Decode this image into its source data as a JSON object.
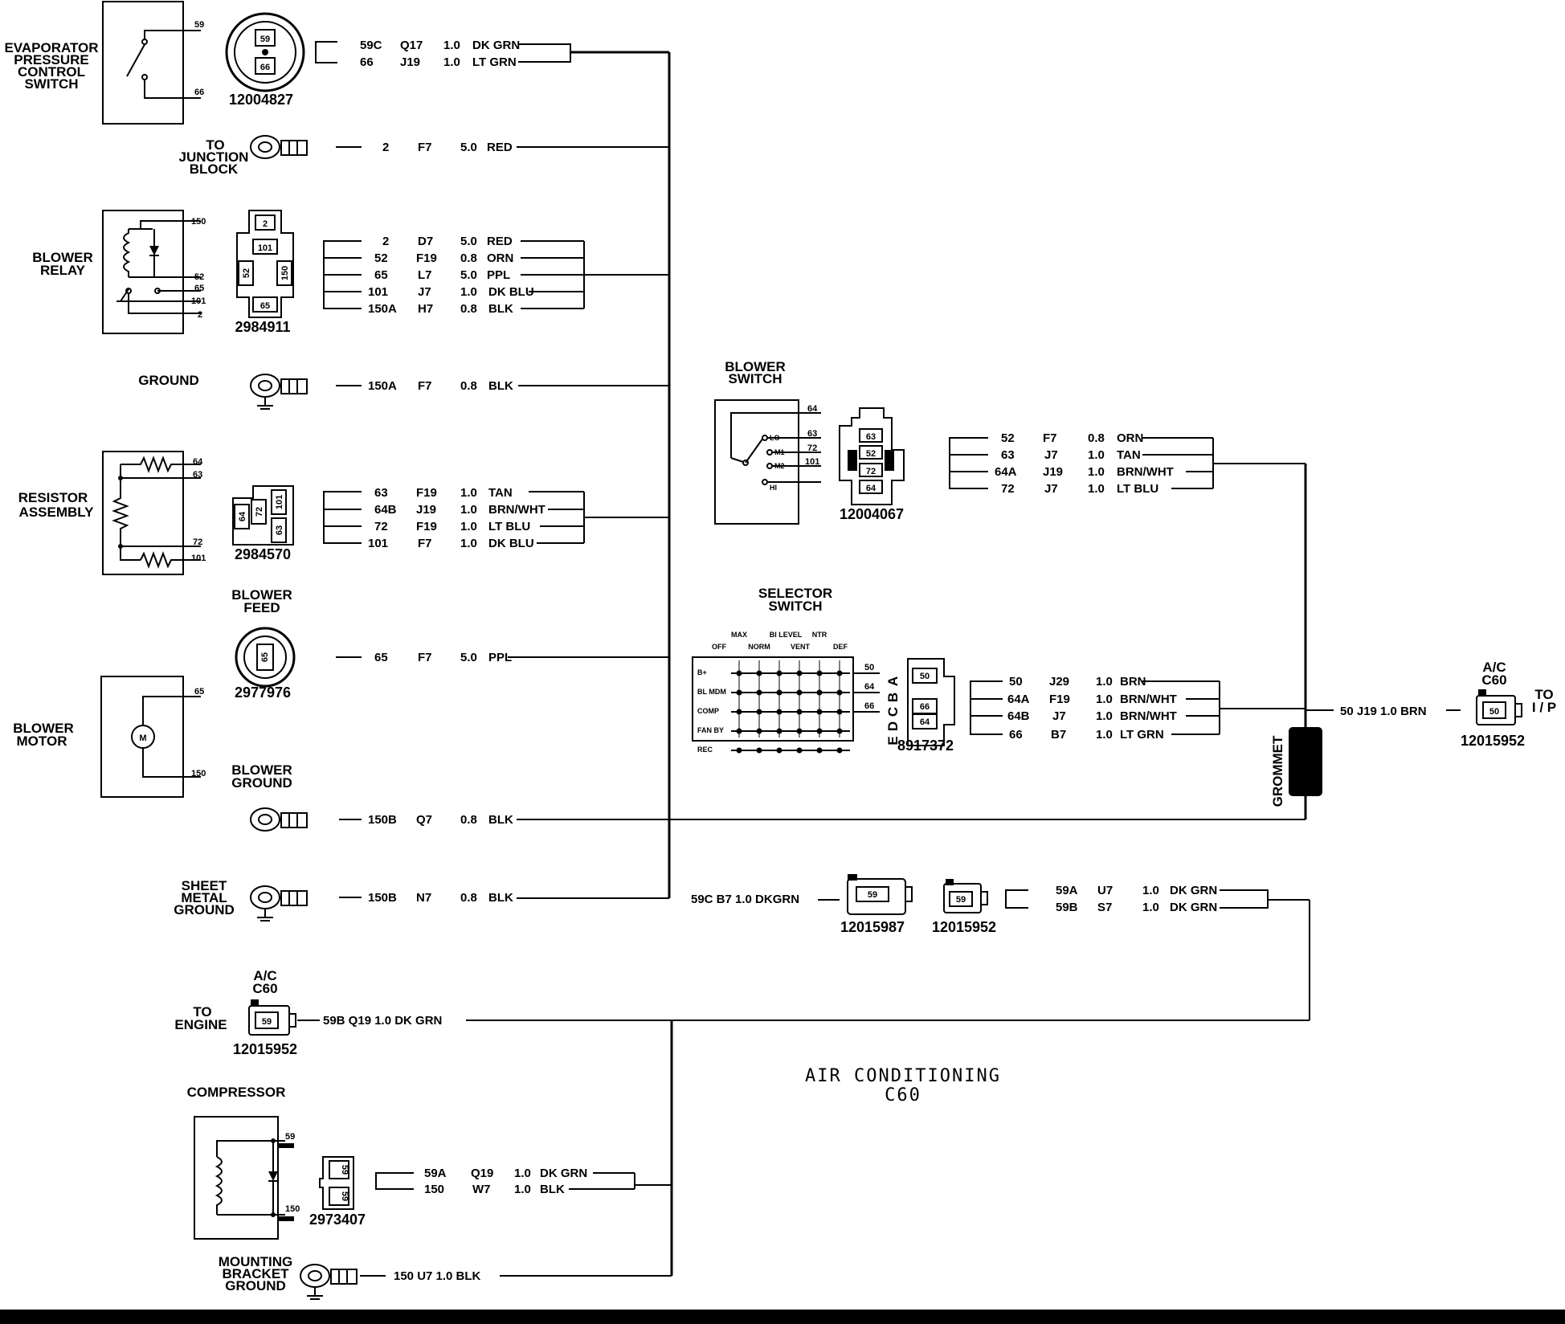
{
  "title": {
    "line1": "AIR CONDITIONING",
    "line2": "C60"
  },
  "evap_switch": {
    "label_lines": [
      "EVAPORATOR",
      "PRESSURE",
      "CONTROL",
      "SWITCH"
    ],
    "pins": [
      "59",
      "66"
    ],
    "connector": {
      "part": "12004827",
      "pins": [
        "59",
        "66"
      ]
    },
    "wires": [
      {
        "circuit": "59C",
        "loc": "Q17",
        "gauge": "1.0",
        "color": "DK GRN"
      },
      {
        "circuit": "66",
        "loc": "J19",
        "gauge": "1.0",
        "color": "LT GRN"
      }
    ]
  },
  "junction": {
    "label_lines": [
      "TO",
      "JUNCTION",
      "BLOCK"
    ],
    "wire": {
      "circuit": "2",
      "loc": "F7",
      "gauge": "5.0",
      "color": "RED"
    }
  },
  "blower_relay": {
    "label_lines": [
      "BLOWER",
      "RELAY"
    ],
    "pins": [
      "150",
      "52",
      "65",
      "101",
      "2"
    ],
    "connector": {
      "part": "2984911",
      "pins": [
        "2",
        "101",
        "52",
        "150",
        "65"
      ]
    },
    "wires": [
      {
        "circuit": "2",
        "loc": "D7",
        "gauge": "5.0",
        "color": "RED"
      },
      {
        "circuit": "52",
        "loc": "F19",
        "gauge": "0.8",
        "color": "ORN"
      },
      {
        "circuit": "65",
        "loc": "L7",
        "gauge": "5.0",
        "color": "PPL"
      },
      {
        "circuit": "101",
        "loc": "J7",
        "gauge": "1.0",
        "color": "DK BLU"
      },
      {
        "circuit": "150A",
        "loc": "H7",
        "gauge": "0.8",
        "color": "BLK"
      }
    ]
  },
  "ground": {
    "label": "GROUND",
    "wire": {
      "circuit": "150A",
      "loc": "F7",
      "gauge": "0.8",
      "color": "BLK"
    }
  },
  "resistor": {
    "label_lines": [
      "RESISTOR",
      "ASSEMBLY"
    ],
    "pins": [
      "64",
      "63",
      "72",
      "101"
    ],
    "connector": {
      "part": "2984570",
      "pins": [
        "64",
        "72",
        "101",
        "63"
      ]
    },
    "wires": [
      {
        "circuit": "63",
        "loc": "F19",
        "gauge": "1.0",
        "color": "TAN"
      },
      {
        "circuit": "64B",
        "loc": "J19",
        "gauge": "1.0",
        "color": "BRN/WHT"
      },
      {
        "circuit": "72",
        "loc": "F19",
        "gauge": "1.0",
        "color": "LT BLU"
      },
      {
        "circuit": "101",
        "loc": "F7",
        "gauge": "1.0",
        "color": "DK BLU"
      }
    ]
  },
  "blower_feed": {
    "label_lines": [
      "BLOWER",
      "FEED"
    ],
    "connector": {
      "part": "2977976",
      "pin": "65"
    },
    "wire": {
      "circuit": "65",
      "loc": "F7",
      "gauge": "5.0",
      "color": "PPL"
    }
  },
  "blower_motor": {
    "label_lines": [
      "BLOWER",
      "MOTOR"
    ],
    "symbol": "M",
    "pins": [
      "65",
      "150"
    ]
  },
  "blower_ground": {
    "label_lines": [
      "BLOWER",
      "GROUND"
    ],
    "wire": {
      "circuit": "150B",
      "loc": "Q7",
      "gauge": "0.8",
      "color": "BLK"
    }
  },
  "sheet_metal_ground": {
    "label_lines": [
      "SHEET",
      "METAL",
      "GROUND"
    ],
    "wire": {
      "circuit": "150B",
      "loc": "N7",
      "gauge": "0.8",
      "color": "BLK"
    }
  },
  "engine_conn": {
    "header_lines": [
      "A/C",
      "C60"
    ],
    "label_lines": [
      "TO",
      "ENGINE"
    ],
    "connector": {
      "part": "12015952",
      "pin": "59"
    },
    "wire_text": "59B Q19 1.0 DK GRN"
  },
  "compressor": {
    "label": "COMPRESSOR",
    "pins": [
      "59",
      "150"
    ],
    "connector": {
      "part": "2973407",
      "pins": [
        "59",
        "59"
      ]
    },
    "wires": [
      {
        "circuit": "59A",
        "loc": "Q19",
        "gauge": "1.0",
        "color": "DK GRN"
      },
      {
        "circuit": "150",
        "loc": "W7",
        "gauge": "1.0",
        "color": "BLK"
      }
    ]
  },
  "mounting_ground": {
    "label_lines": [
      "MOUNTING",
      "BRACKET",
      "GROUND"
    ],
    "wire_text": "150 U7 1.0 BLK"
  },
  "blower_switch": {
    "label_lines": [
      "BLOWER",
      "SWITCH"
    ],
    "positions": [
      "LO",
      "M1",
      "M2",
      "HI"
    ],
    "pins": [
      "64",
      "63",
      "72",
      "101"
    ],
    "connector": {
      "part": "12004067",
      "pins": [
        "63",
        "52",
        "72",
        "64"
      ]
    },
    "wires": [
      {
        "circuit": "52",
        "loc": "F7",
        "gauge": "0.8",
        "color": "ORN"
      },
      {
        "circuit": "63",
        "loc": "J7",
        "gauge": "1.0",
        "color": "TAN"
      },
      {
        "circuit": "64A",
        "loc": "J19",
        "gauge": "1.0",
        "color": "BRN/WHT"
      },
      {
        "circuit": "72",
        "loc": "J7",
        "gauge": "1.0",
        "color": "LT BLU"
      }
    ]
  },
  "selector_switch": {
    "label_lines": [
      "SELECTOR",
      "SWITCH"
    ],
    "top_labels": [
      "MAX",
      "BI LEVEL",
      "NTR"
    ],
    "bottom_labels": [
      "OFF",
      "NORM",
      "VENT",
      "DEF"
    ],
    "rows": [
      "B+",
      "BL MDM",
      "COMP",
      "FAN BY",
      "REC"
    ],
    "pins": [
      "50",
      "64",
      "66"
    ],
    "letters": [
      "A",
      "B",
      "C",
      "D",
      "E"
    ],
    "connector": {
      "part": "8917372",
      "pins": [
        "50",
        "66",
        "64"
      ]
    },
    "wires": [
      {
        "circuit": "50",
        "loc": "J29",
        "gauge": "1.0",
        "color": "BRN"
      },
      {
        "circuit": "64A",
        "loc": "F19",
        "gauge": "1.0",
        "color": "BRN/WHT"
      },
      {
        "circuit": "64B",
        "loc": "J7",
        "gauge": "1.0",
        "color": "BRN/WHT"
      },
      {
        "circuit": "66",
        "loc": "B7",
        "gauge": "1.0",
        "color": "LT GRN"
      }
    ]
  },
  "grommet": {
    "label": "GROMMET"
  },
  "ip_conn": {
    "header_lines": [
      "A/C",
      "C60"
    ],
    "label_lines": [
      "TO",
      "I / P"
    ],
    "connector": {
      "part": "12015952",
      "pin": "50"
    },
    "wire_text": "50  J19  1.0  BRN"
  },
  "mid_conn": {
    "wire_text": "59C  B7  1.0  DKGRN",
    "conn1": {
      "part": "12015987",
      "pin": "59"
    },
    "conn2": {
      "part": "12015952",
      "pin": "59"
    },
    "wires": [
      {
        "circuit": "59A",
        "loc": "U7",
        "gauge": "1.0",
        "color": "DK GRN"
      },
      {
        "circuit": "59B",
        "loc": "S7",
        "gauge": "1.0",
        "color": "DK GRN"
      }
    ]
  }
}
